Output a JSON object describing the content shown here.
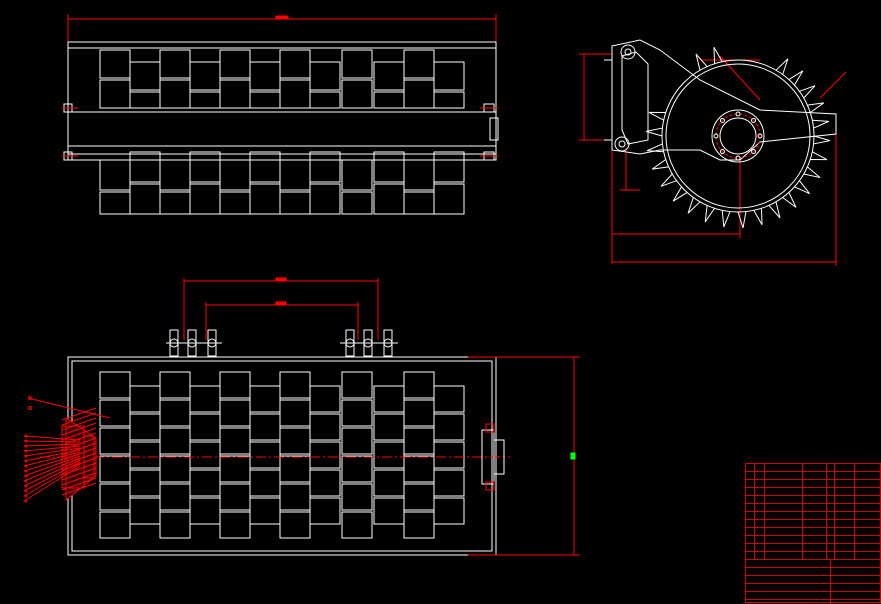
{
  "drawing": {
    "colors": {
      "background": "#000000",
      "outline": "#ffffff",
      "dimension": "#ff0000",
      "hatch": "#ff0000",
      "marker": "#00ff00"
    },
    "views": [
      "top-view",
      "side-view",
      "front-view"
    ],
    "notes": {
      "title": "",
      "lines": [
        "",
        "",
        ""
      ]
    },
    "title_block": {
      "rows": 17,
      "drawing_name": ""
    }
  }
}
